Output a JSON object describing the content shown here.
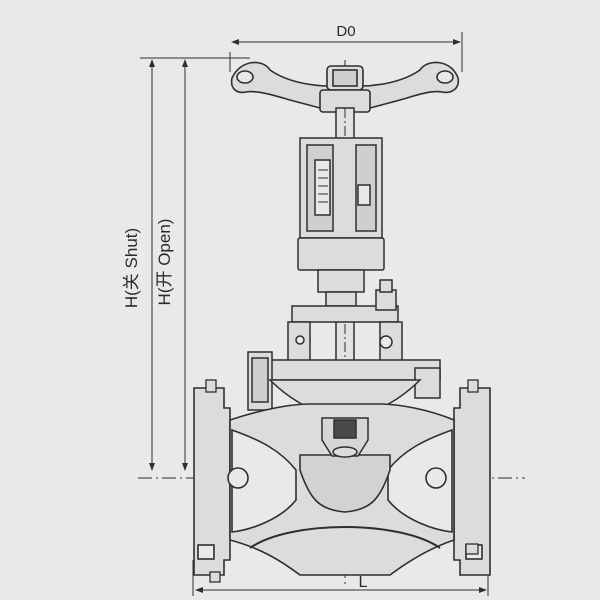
{
  "drawing": {
    "dimensions": {
      "handwheel_diameter": "D0",
      "height_shut": "H(关 Shut)",
      "height_open": "H(开 Open)",
      "length": "L"
    },
    "colors": {
      "background": "#e9e9e9",
      "line": "#2f2f2f",
      "part_fill": "#dcdcdc",
      "dark_fill": "#4a4a4a"
    }
  }
}
